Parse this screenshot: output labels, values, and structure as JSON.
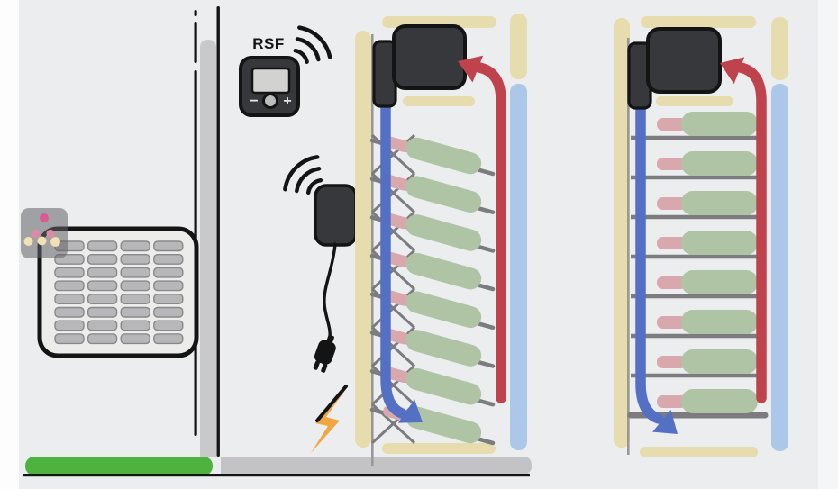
{
  "colors": {
    "page_bg": "#ecedef",
    "left_band": "#fdfdfe",
    "right_band": "#f5f6f8",
    "beige": "#e7dcae",
    "light_blue": "#abc8e8",
    "cold_blue": "#5470c5",
    "warm_red": "#bf434c",
    "bottle_green": "#aec4a4",
    "bottle_pink": "#d8a8ad",
    "shelf_gray": "#7c7c80",
    "inner_line_gray": "#98989a",
    "unit_dark": "#36383b",
    "outline_black": "#141414",
    "wall_gray": "#c9c9cb",
    "floor_green": "#4db33e",
    "floor_gray": "#c3c3c5",
    "grille_face": "#ecedeb",
    "grille_slat": "#b7b7b9",
    "grille_slat_edge": "#88888a",
    "bolt_orange": "#efa742",
    "screen_gray": "#d2d2d0",
    "dial_gray": "#bdbdbf",
    "control_light": "#e6e6e6",
    "logo_badge": "rgba(99,99,104,0.55)",
    "logo_top_dot": "#da5a91",
    "logo_mid_dot": "#dc8aa6",
    "logo_bottom_dot": "#f2e1b4"
  },
  "rsf_panel": {
    "label": "RSF",
    "minus": "−",
    "plus": "+"
  },
  "icons": {
    "rsf_waves": "wifi-signal-icon",
    "transmitter_waves": "wifi-signal-icon",
    "plug": "power-plug-icon",
    "bolt": "lightning-bolt-icon",
    "brand": "wine-glasses-logo-icon"
  },
  "vent_grille": {
    "columns": 4,
    "rows": 8
  },
  "left_cabinet": {
    "bottle_count": 8,
    "bottle_orientation": "tilted-down"
  },
  "right_cabinet": {
    "bottle_count": 8,
    "bottle_orientation": "horizontal"
  }
}
